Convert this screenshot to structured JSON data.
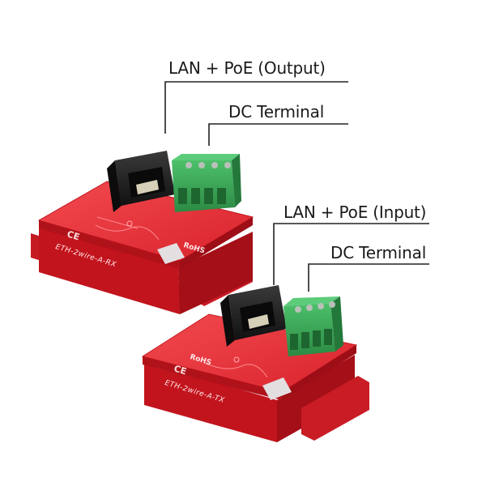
{
  "callouts": {
    "top_lan": "LAN + PoE (Output)",
    "top_dc": "DC Terminal",
    "bottom_lan": "LAN + PoE (Input)",
    "bottom_dc": "DC Terminal"
  },
  "boards": {
    "rx": {
      "model": "ETH-2wire-A-RX",
      "rohs": "RoHS"
    },
    "tx": {
      "model": "ETH-2wire-A-TX",
      "rohs": "RoHS"
    }
  },
  "colors": {
    "pcb": "#e8323a",
    "enclosure": "#d8222c",
    "terminal": "#3fae5a",
    "rj45": "#222222",
    "leader": "#222222"
  }
}
